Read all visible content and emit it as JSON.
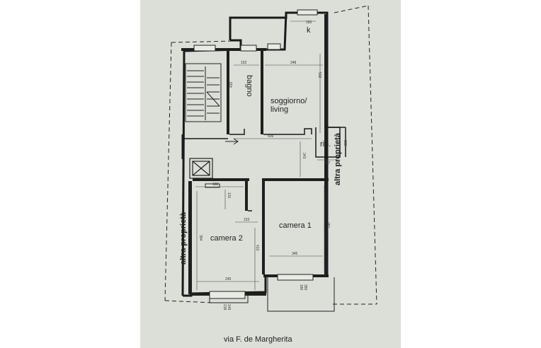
{
  "rooms": {
    "bagno": "bagno",
    "soggiorno_line1": "soggiorno/",
    "soggiorno_line2": "living",
    "kitchen": "k",
    "rip": "rip.",
    "camera1": "camera 1",
    "camera2": "camera 2"
  },
  "neighbors": {
    "left": "altra proprietà",
    "right": "altra proprietà"
  },
  "street": "via F. de Margherita",
  "dimensions": {
    "d160_top": "160",
    "d152": "152",
    "d248": "248",
    "d532": "532",
    "d410": "410",
    "d436": "436",
    "d243": "243",
    "d147": "147",
    "d130": "130",
    "d182": "182",
    "d131": "131",
    "d153": "153",
    "d457": "457",
    "d304": "304",
    "d413": "413",
    "d345": "345",
    "d245": "245",
    "d180_bottom": "180",
    "d350_bottom": "350",
    "d210_bottom": "218",
    "d149_bottom": "149"
  }
}
